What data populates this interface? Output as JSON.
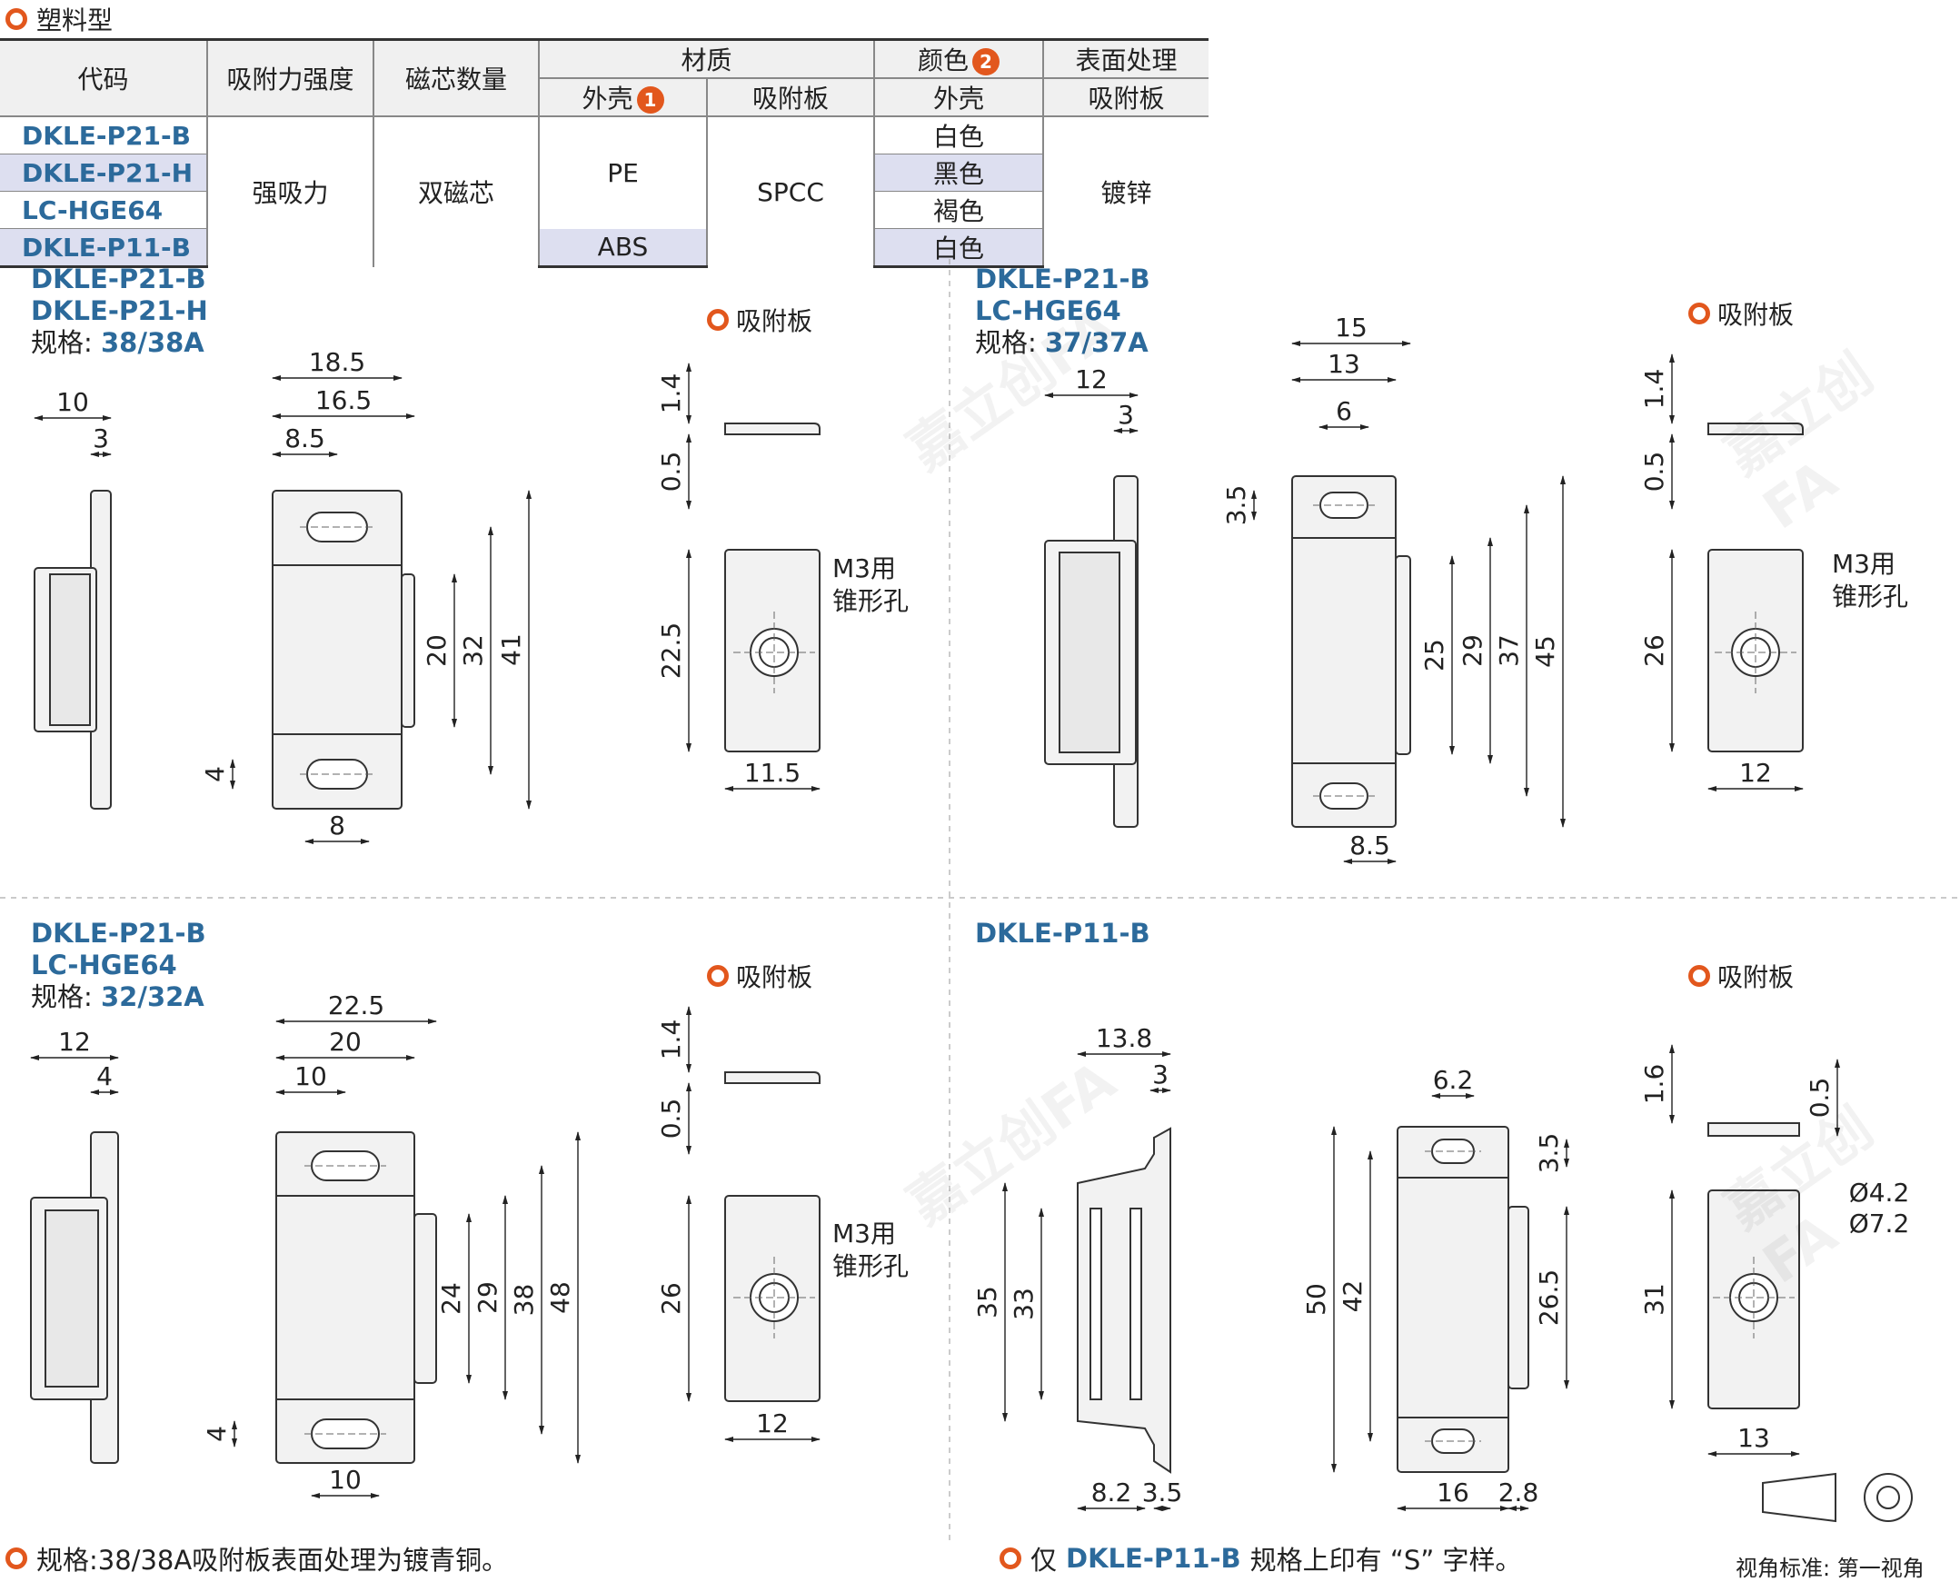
{
  "section_title": "塑料型",
  "table": {
    "headers": {
      "code": "代码",
      "strength": "吸附力强度",
      "magnet_count": "磁芯数量",
      "material": "材质",
      "color": "颜色",
      "color_note": "2",
      "surface": "表面处理",
      "shell": "外壳",
      "shell_note": "1",
      "plate": "吸附板",
      "color_shell": "外壳",
      "surface_plate": "吸附板"
    },
    "rows": [
      {
        "code": "DKLE-P21-B",
        "color": "白色"
      },
      {
        "code": "DKLE-P21-H",
        "color": "黑色"
      },
      {
        "code": "LC-HGE64",
        "color": "褐色"
      },
      {
        "code": "DKLE-P11-B",
        "color": "白色"
      }
    ],
    "strength_value": "强吸力",
    "magnet_value": "双磁芯",
    "shell_pe": "PE",
    "shell_abs": "ABS",
    "plate_value": "SPCC",
    "surface_value": "镀锌"
  },
  "panels": [
    {
      "codes": [
        "DKLE-P21-B",
        "DKLE-P21-H"
      ],
      "spec_label": "规格:",
      "spec_value": "38/38A",
      "plate_label": "吸附板",
      "hole_note": [
        "M3用",
        "锥形孔"
      ],
      "dims_side": [
        "10",
        "3"
      ],
      "dims_front": [
        "18.5",
        "16.5",
        "8.5",
        "20",
        "32",
        "41",
        "4",
        "8"
      ],
      "dims_plate": [
        "1.4",
        "0.5",
        "22.5",
        "11.5"
      ]
    },
    {
      "codes": [
        "DKLE-P21-B",
        "LC-HGE64"
      ],
      "spec_label": "规格:",
      "spec_value": "37/37A",
      "plate_label": "吸附板",
      "hole_note": [
        "M3用",
        "锥形孔"
      ],
      "dims_side": [
        "12",
        "3"
      ],
      "dims_front": [
        "15",
        "13",
        "6",
        "3.5",
        "25",
        "29",
        "37",
        "45",
        "8.5"
      ],
      "dims_plate": [
        "1.4",
        "0.5",
        "26",
        "12"
      ]
    },
    {
      "codes": [
        "DKLE-P21-B",
        "LC-HGE64"
      ],
      "spec_label": "规格:",
      "spec_value": "32/32A",
      "plate_label": "吸附板",
      "hole_note": [
        "M3用",
        "锥形孔"
      ],
      "dims_side": [
        "12",
        "4"
      ],
      "dims_front": [
        "22.5",
        "20",
        "10",
        "24",
        "29",
        "38",
        "48",
        "4",
        "10"
      ],
      "dims_plate": [
        "1.4",
        "0.5",
        "26",
        "12"
      ]
    },
    {
      "codes": [
        "DKLE-P11-B"
      ],
      "plate_label": "吸附板",
      "dims_side": [
        "13.8",
        "3",
        "35",
        "33",
        "8.2",
        "3.5"
      ],
      "dims_front": [
        "6.2",
        "3.5",
        "50",
        "42",
        "26.5",
        "16",
        "2.8"
      ],
      "dims_plate": [
        "1.6",
        "0.5",
        "Ø4.2",
        "Ø7.2",
        "31",
        "13"
      ]
    }
  ],
  "notes": {
    "left": "规格:38/38A吸附板表面处理为镀青铜。",
    "right_prefix": "仅",
    "right_code": "DKLE-P11-B",
    "right_suffix": "规格上印有 “S” 字样。"
  },
  "view_standard": "视角标准: 第一视角",
  "watermark": "嘉立创FA",
  "colors": {
    "accent": "#e2571d",
    "code_blue": "#2c6a9b",
    "row_shade": "#dddff0"
  }
}
